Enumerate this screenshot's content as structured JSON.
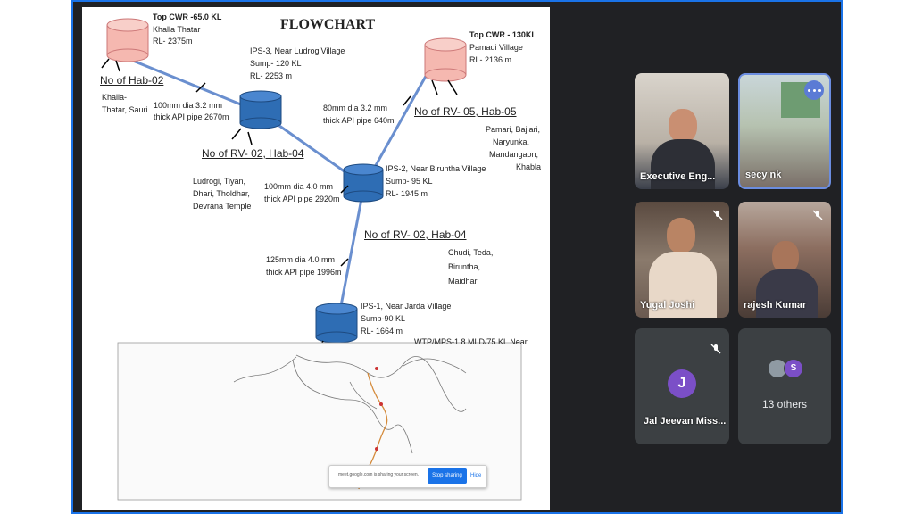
{
  "slide": {
    "title": "FLOWCHART",
    "top_cwr_left": {
      "title": "Top CWR -65.0 KL",
      "village": "Khalla Thatar",
      "rl": "RL- 2375m"
    },
    "hab_left": {
      "label": "No of Hab-02",
      "villages_1": "Khalla-",
      "villages_2": "Thatar, Sauri"
    },
    "pipe_left": {
      "line1": "100mm dia 3.2 mm",
      "line2": "thick API pipe 2670m"
    },
    "ips3": {
      "line1": "IPS-3, Near LudrogiVillage",
      "line2": "Sump- 120 KL",
      "line3": "RL- 2253 m"
    },
    "rv_ips3": {
      "label": "No of RV- 02, Hab-04",
      "v1": "Ludrogi, Tiyan,",
      "v2": "Dhari, Tholdhar,",
      "v3": "Devrana Temple"
    },
    "pipe_ips3_ips2": {
      "line1": "100mm dia 4.0 mm",
      "line2": "thick API pipe 2920m"
    },
    "top_cwr_right": {
      "title": "Top CWR - 130KL",
      "village": "Pamadi Village",
      "rl": "RL- 2136 m"
    },
    "pipe_right": {
      "line1": "80mm dia 3.2 mm",
      "line2": "thick API pipe 640m"
    },
    "rv_right": {
      "label": "No of RV- 05, Hab-05",
      "v1": "Pamari, Bajlari,",
      "v2": "Naryunka,",
      "v3": "Mandangaon,",
      "v4": "Khabla"
    },
    "ips2": {
      "line1": "IPS-2, Near Biruntha Village",
      "line2": "Sump- 95 KL",
      "line3": "RL- 1945 m"
    },
    "rv_ips2": {
      "label": "No of RV- 02, Hab-04",
      "v1": "Chudi, Teda,",
      "v2": "Biruntha,",
      "v3": "Maidhar"
    },
    "pipe_ips2_ips1": {
      "line1": "125mm dia 4.0 mm",
      "line2": "thick API pipe 1996m"
    },
    "ips1": {
      "line1": "IPS-1, Near Jarda Village",
      "line2": "Sump-90 KL",
      "line3": "RL- 1664 m"
    },
    "wtp": "WTP/MPS-1.8 MLD/75 KL Near",
    "share_bar": {
      "text": "meet.google.com is sharing your screen.",
      "stop": "Stop sharing",
      "hide": "Hide"
    }
  },
  "participants": [
    {
      "name": "Executive Eng...",
      "muted": false
    },
    {
      "name": "secy nk",
      "muted": false
    },
    {
      "name": "Yugal Joshi",
      "muted": true
    },
    {
      "name": "rajesh Kumar",
      "muted": true
    },
    {
      "name": "Jal Jeevan Miss...",
      "initial": "J",
      "muted": true
    },
    {
      "name": "13 others",
      "avatar_initial": "S"
    }
  ],
  "colors": {
    "accent": "#1a73e8",
    "tile_bg": "#3c4043",
    "avatar_purple": "#7b4fc7",
    "cwr_fill": "#f5b8b0",
    "sump_fill": "#2e6db4"
  }
}
